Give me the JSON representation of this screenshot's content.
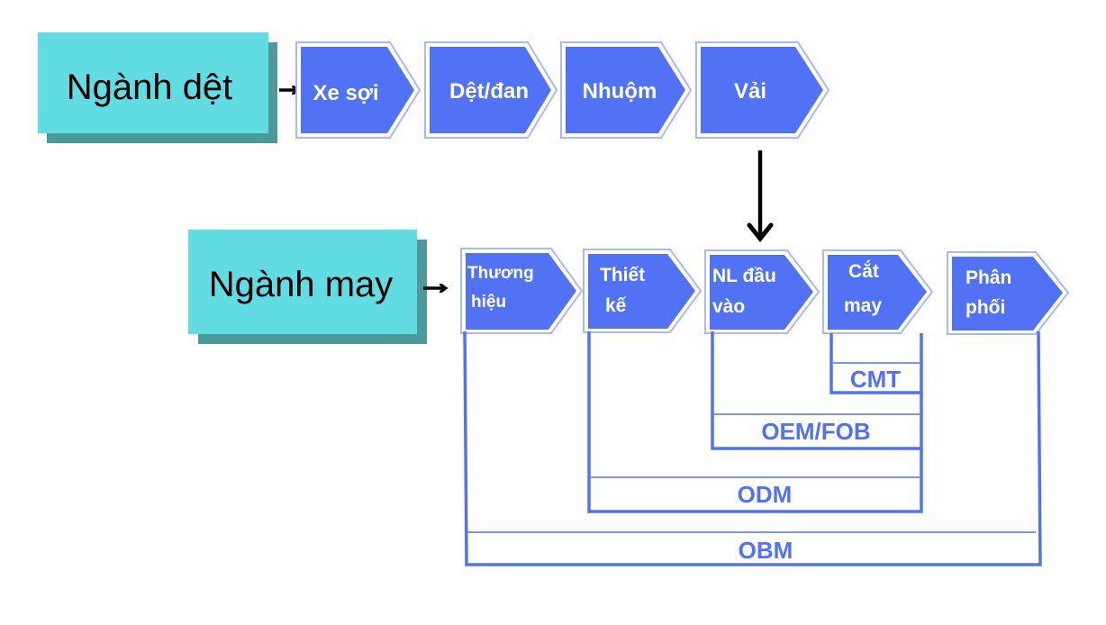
{
  "colors": {
    "sector_fill": "#62dce3",
    "sector_shadow": "#4a9a9c",
    "step_fill": "#5172f5",
    "step_outline": "#a9b8f8",
    "bracket": "#5172f5",
    "arrow": "#000000"
  },
  "textile": {
    "label": "Ngành dệt",
    "steps": [
      {
        "label": "Xe sợi"
      },
      {
        "label": "Dệt/đan"
      },
      {
        "label": "Nhuộm"
      },
      {
        "label": "Vải"
      }
    ]
  },
  "garment": {
    "label": "Ngành may",
    "steps": [
      {
        "line1": "Thương",
        "line2": "hiệu"
      },
      {
        "line1": "Thiết",
        "line2": "kế"
      },
      {
        "line1": "NL đầu",
        "line2": "vào"
      },
      {
        "line1": "Cắt",
        "line2": "may"
      },
      {
        "line1": "Phân",
        "line2": "phối"
      }
    ]
  },
  "models": [
    {
      "label": "CMT",
      "from_step": "Cắt may",
      "to_step": "Cắt may"
    },
    {
      "label": "OEM/FOB",
      "from_step": "NL đầu vào",
      "to_step": "Cắt may"
    },
    {
      "label": "ODM",
      "from_step": "Thiết kế",
      "to_step": "Cắt may"
    },
    {
      "label": "OBM",
      "from_step": "Thương hiệu",
      "to_step": "Phân phối"
    }
  ]
}
